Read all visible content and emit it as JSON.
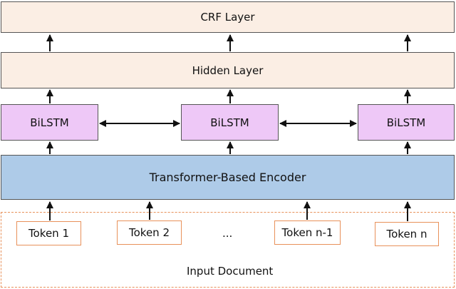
{
  "layers": {
    "crf": "CRF Layer",
    "hidden": "Hidden Layer",
    "bilstm": [
      "BiLSTM",
      "BiLSTM",
      "BiLSTM"
    ],
    "encoder": "Transformer-Based Encoder"
  },
  "input": {
    "tokens": [
      "Token 1",
      "Token 2",
      "Token n-1",
      "Token n"
    ],
    "ellipsis": "...",
    "label": "Input Document"
  },
  "colors": {
    "layer_fill": "#fbeee4",
    "bilstm_fill": "#eec8f7",
    "encoder_fill": "#aecbe8",
    "token_border": "#e8915a"
  }
}
